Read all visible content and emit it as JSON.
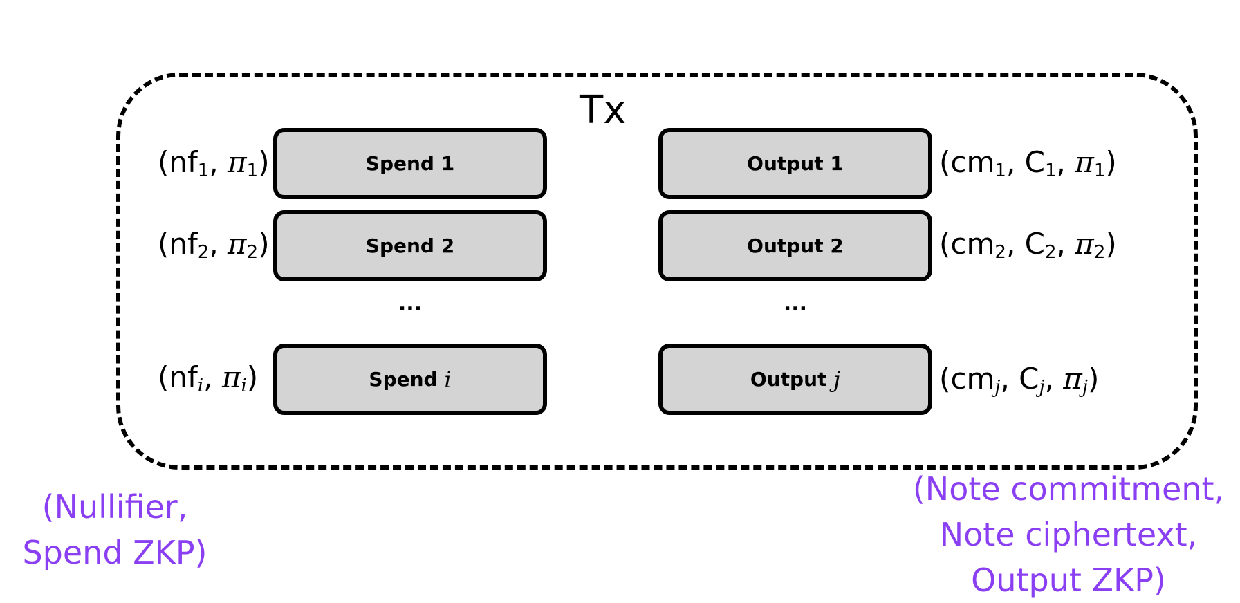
{
  "diagram": {
    "title": "Tx",
    "spends": [
      {
        "label": "Spend",
        "index": "1",
        "italic_index": false,
        "tuple_name": "nf",
        "tuple_sub": "1"
      },
      {
        "label": "Spend",
        "index": "2",
        "italic_index": false,
        "tuple_name": "nf",
        "tuple_sub": "2"
      },
      {
        "label": "Spend",
        "index": "i",
        "italic_index": true,
        "tuple_name": "nf",
        "tuple_sub": "i"
      }
    ],
    "outputs": [
      {
        "label": "Output",
        "index": "1",
        "italic_index": false,
        "tuple_cm": "cm",
        "tuple_c": "C",
        "tuple_sub": "1"
      },
      {
        "label": "Output",
        "index": "2",
        "italic_index": false,
        "tuple_cm": "cm",
        "tuple_c": "C",
        "tuple_sub": "2"
      },
      {
        "label": "Output",
        "index": "j",
        "italic_index": true,
        "tuple_cm": "cm",
        "tuple_c": "C",
        "tuple_sub": "j"
      }
    ],
    "ellipsis": "...",
    "pi_symbol": "π",
    "left_caption": [
      "(Nullifier,",
      "Spend ZKP)"
    ],
    "right_caption": [
      "(Note commitment,",
      "Note ciphertext,",
      "Output ZKP)"
    ],
    "caption_color": "#8a3ff2",
    "box_fill": "#d4d4d4"
  }
}
